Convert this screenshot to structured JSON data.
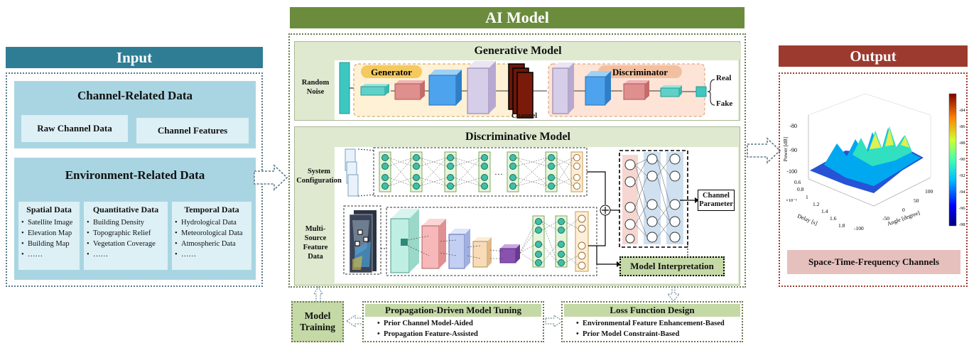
{
  "input": {
    "title": "Input",
    "channel_related": {
      "title": "Channel-Related Data",
      "items": [
        "Raw Channel Data",
        "Channel Features"
      ]
    },
    "environment_related": {
      "title": "Environment-Related Data",
      "columns": [
        {
          "title": "Spatial Data",
          "items": [
            "Satellite Image",
            "Elevation Map",
            "Building Map",
            "……"
          ]
        },
        {
          "title": "Quantitative Data",
          "items": [
            "Building Density",
            "Topographic Relief",
            "Vegetation Coverage",
            "……"
          ]
        },
        {
          "title": "Temporal Data",
          "items": [
            "Hydrological Data",
            "Meteorological Data",
            "Atmospheric Data",
            "……"
          ]
        }
      ]
    }
  },
  "ai_model": {
    "title": "AI Model",
    "generative": {
      "title": "Generative Model",
      "random_noise": "Random Noise",
      "generator": "Generator",
      "discriminator": "Discriminator",
      "channel": "Channel",
      "real": "Real",
      "fake": "Fake"
    },
    "discriminative": {
      "title": "Discriminative Model",
      "system_configuration": "System Configuration",
      "multi_source": "Multi-Source Feature Data",
      "channel_parameter": "Channel Parameter",
      "model_interpretation": "Model Interpretation",
      "plus": "+"
    },
    "training": {
      "model_training": "Model Training",
      "tuning": {
        "title": "Propagation-Driven Model Tuning",
        "items": [
          "Prior Channel Model-Aided",
          "Propagation Feature-Assisted"
        ]
      },
      "loss": {
        "title": "Loss Function Design",
        "items": [
          "Environmental Feature Enhancement-Based",
          "Prior Model Constraint-Based"
        ]
      }
    }
  },
  "output": {
    "title": "Output",
    "label": "Space-Time-Frequency Channels",
    "plot": {
      "zlabel": "Power [dB]",
      "ylabel": "Delay [s]",
      "xlabel": "Angle [degree]",
      "exponent": "×10⁻⁶",
      "z_ticks": [
        "-80",
        "-90",
        "-100"
      ],
      "delay_ticks": [
        "0.6",
        "0.8",
        "1",
        "1.2",
        "1.4",
        "1.6",
        "1.8"
      ],
      "angle_ticks": [
        "-100",
        "-50",
        "0",
        "50",
        "100"
      ],
      "colorbar_ticks": [
        "-84",
        "-86",
        "-88",
        "-90",
        "-92",
        "-94",
        "-96",
        "-98"
      ]
    }
  },
  "colors": {
    "input_header": "#2e7d95",
    "ai_header": "#6a8c3c",
    "output_header": "#9c3a2f",
    "light_blue": "#a9d5e2",
    "light_green": "#dfe9d0",
    "model_green": "#c5d9a6"
  }
}
